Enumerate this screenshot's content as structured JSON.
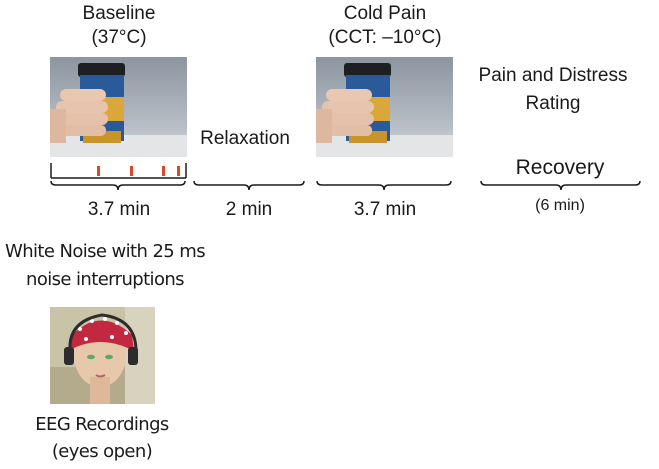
{
  "diagram": {
    "stages": {
      "baseline": {
        "title": "Baseline",
        "temp": "(37°C)",
        "duration": "3.7 min"
      },
      "relaxation": {
        "title": "Relaxation",
        "duration": "2 min"
      },
      "cold_pain": {
        "title": "Cold Pain",
        "temp": "(CCT: –10°C)",
        "duration": "3.7 min"
      },
      "rating": {
        "line1": "Pain and Distress",
        "line2": "Rating"
      },
      "recovery": {
        "title": "Recovery",
        "duration": "(6 min)"
      }
    },
    "stimulus": {
      "line1": "White Noise with 25 ms",
      "line2": "noise interruptions"
    },
    "eeg": {
      "line1": "EEG Recordings",
      "line2": "(eyes open)"
    },
    "colors": {
      "marker": "#e0452a",
      "line": "#1a1a1a"
    }
  }
}
